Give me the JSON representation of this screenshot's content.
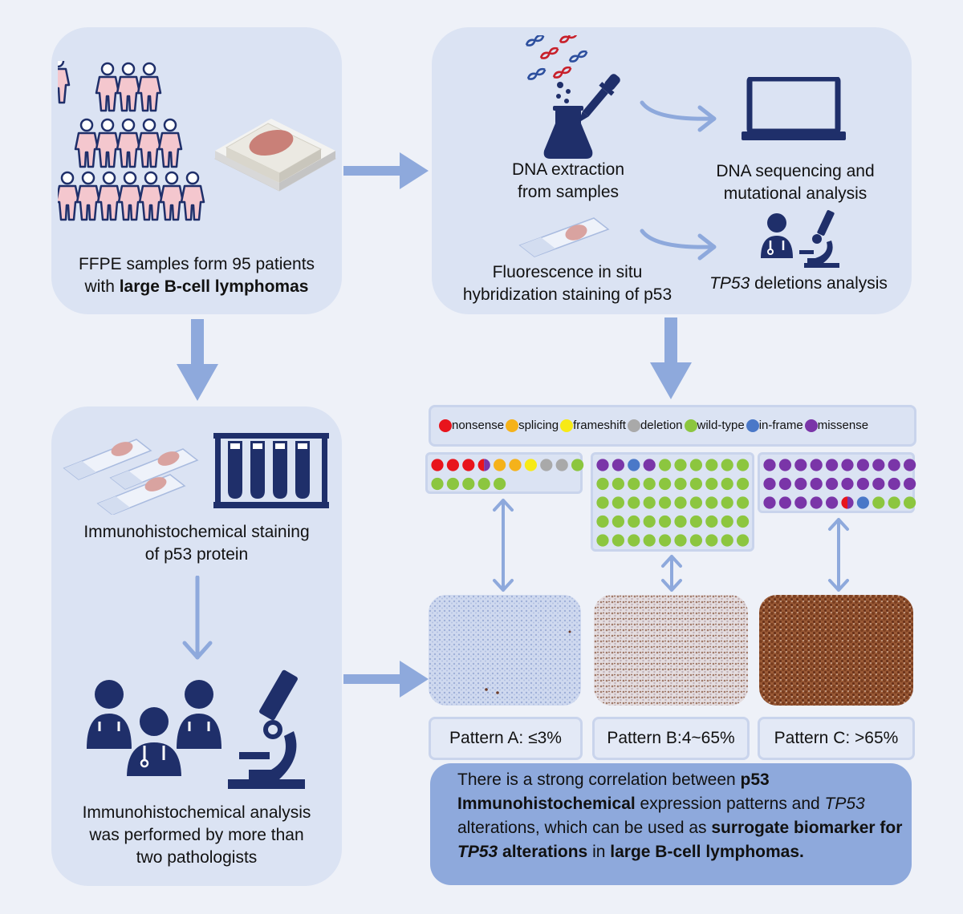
{
  "panel1": {
    "caption_line1": "FFPE samples form 95 patients",
    "caption_line2_pre": "with ",
    "caption_line2_bold": "large B-cell lymphomas"
  },
  "panel2": {
    "dna_extraction": [
      "DNA extraction",
      "from samples"
    ],
    "dna_sequencing": [
      "DNA sequencing and",
      "mutational analysis"
    ],
    "fish": [
      "Fluorescence in situ",
      "hybridization staining of p53"
    ],
    "tp53_deletions_italic": "TP53",
    "tp53_deletions_rest": " deletions analysis"
  },
  "panel3": {
    "ihc_staining": [
      "Immunohistochemical staining",
      "of p53 protein"
    ],
    "ihc_analysis": [
      "Immunohistochemical analysis",
      "was performed by more than",
      "two pathologists"
    ]
  },
  "legend": [
    {
      "label": "nonsense",
      "color": "#e8141c"
    },
    {
      "label": "splicing",
      "color": "#f5b21a"
    },
    {
      "label": "frameshift",
      "color": "#f7ea16"
    },
    {
      "label": "deletion",
      "color": "#a9a9a9"
    },
    {
      "label": "wild-type",
      "color": "#8cc63f"
    },
    {
      "label": "in-frame",
      "color": "#4a78c8"
    },
    {
      "label": "missense",
      "color": "#7a35a8"
    }
  ],
  "patterns": [
    {
      "label": "Pattern A: ≤3%",
      "dots": [
        [
          "nonsense",
          "nonsense",
          "nonsense",
          "nonsense/missense",
          "splicing",
          "splicing",
          "frameshift",
          "deletion",
          "deletion",
          "wild-type"
        ],
        [
          "wild-type",
          "wild-type",
          "wild-type",
          "wild-type",
          "wild-type"
        ]
      ]
    },
    {
      "label": "Pattern B:4~65%",
      "dots": [
        [
          "missense",
          "missense",
          "in-frame",
          "missense",
          "wild-type",
          "wild-type",
          "wild-type",
          "wild-type",
          "wild-type",
          "wild-type"
        ],
        [
          "wild-type",
          "wild-type",
          "wild-type",
          "wild-type",
          "wild-type",
          "wild-type",
          "wild-type",
          "wild-type",
          "wild-type",
          "wild-type"
        ],
        [
          "wild-type",
          "wild-type",
          "wild-type",
          "wild-type",
          "wild-type",
          "wild-type",
          "wild-type",
          "wild-type",
          "wild-type",
          "wild-type"
        ],
        [
          "wild-type",
          "wild-type",
          "wild-type",
          "wild-type",
          "wild-type",
          "wild-type",
          "wild-type",
          "wild-type",
          "wild-type",
          "wild-type"
        ],
        [
          "wild-type",
          "wild-type",
          "wild-type",
          "wild-type",
          "wild-type",
          "wild-type",
          "wild-type",
          "wild-type",
          "wild-type",
          "wild-type"
        ]
      ]
    },
    {
      "label": "Pattern C: >65%",
      "dots": [
        [
          "missense",
          "missense",
          "missense",
          "missense",
          "missense",
          "missense",
          "missense",
          "missense",
          "missense",
          "missense"
        ],
        [
          "missense",
          "missense",
          "missense",
          "missense",
          "missense",
          "missense",
          "missense",
          "missense",
          "missense",
          "missense"
        ],
        [
          "missense",
          "missense",
          "missense",
          "missense",
          "missense",
          "nonsense/missense",
          "in-frame",
          "wild-type",
          "wild-type",
          "wild-type"
        ]
      ]
    }
  ],
  "conclusion": {
    "t1": "There is a strong correlation between ",
    "b1": "p53 Immunohistochemical",
    "t2": " expression patterns and ",
    "i1": "TP53",
    "t3": " alterations, which can be used as ",
    "b2": "surrogate biomarker for ",
    "bi1": "TP53",
    "b3": " alterations",
    "t4": " in ",
    "b4": "large B-cell lymphomas."
  }
}
